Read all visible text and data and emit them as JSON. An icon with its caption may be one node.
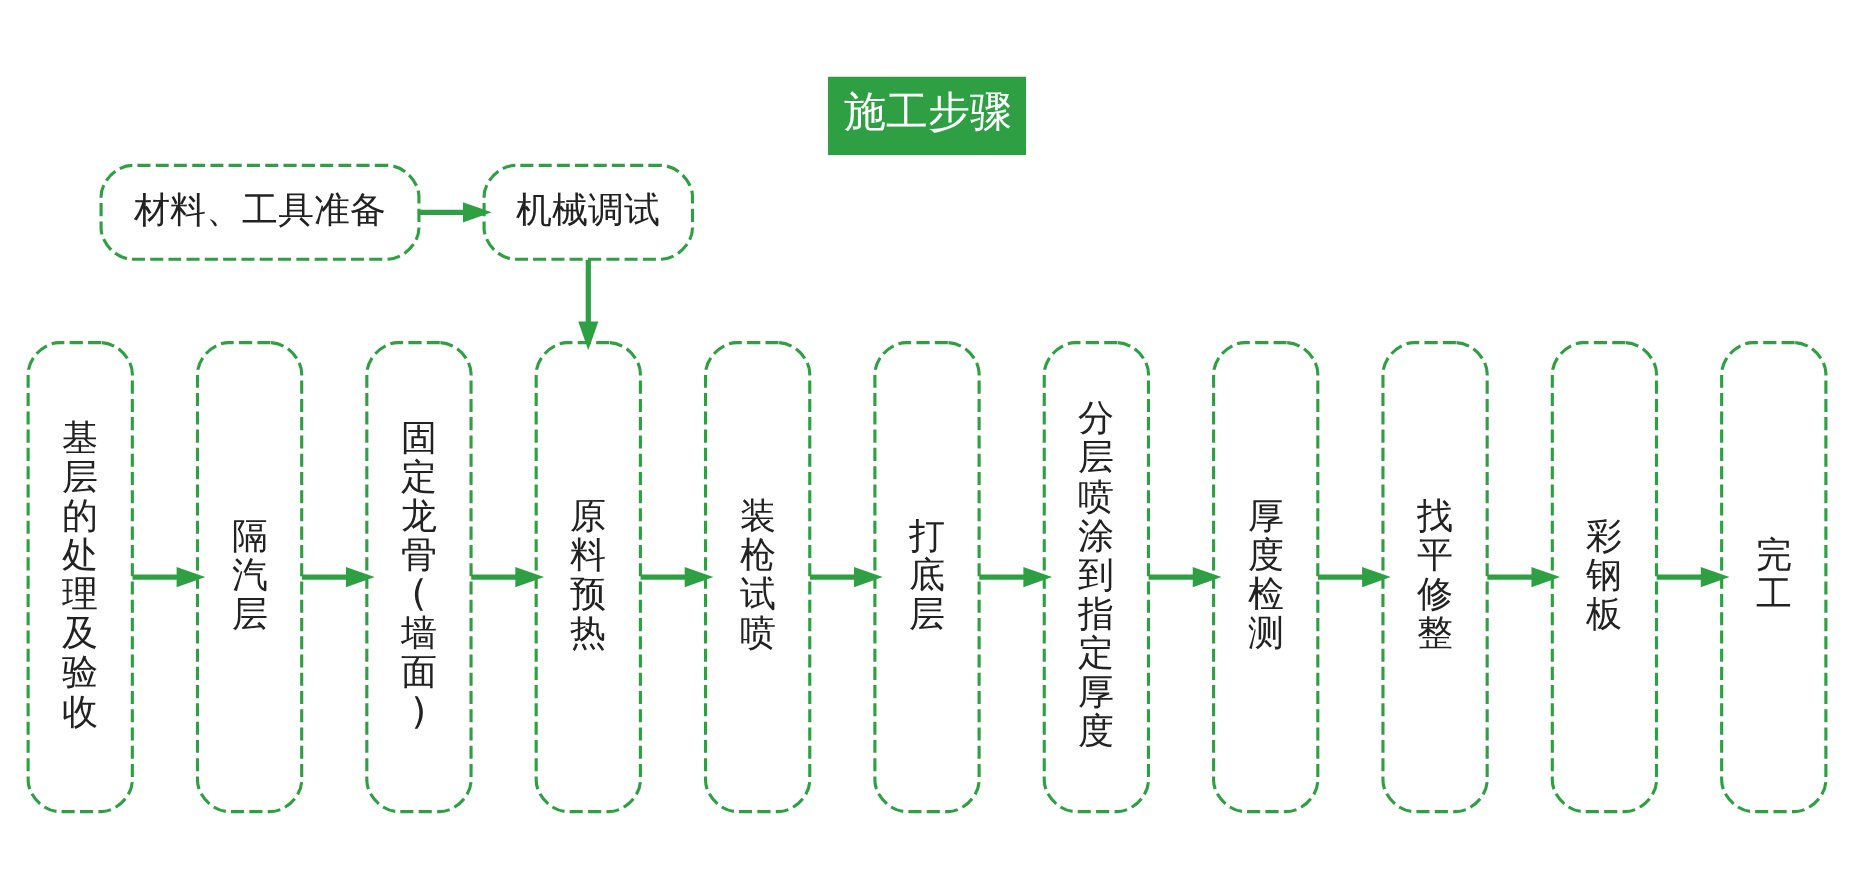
{
  "diagram": {
    "title": "施工步骤",
    "nodes": [
      {
        "text": [
          "材料、工具准备"
        ]
      },
      {
        "text": [
          "机械调试"
        ]
      },
      {
        "text": [
          "基层的处理及验收"
        ]
      },
      {
        "text": [
          "隔汽层"
        ]
      },
      {
        "text": [
          "固定龙骨(墙面)"
        ]
      },
      {
        "text": [
          "原料预热"
        ]
      },
      {
        "text": [
          "装枪试喷"
        ]
      },
      {
        "text": [
          "打底层"
        ]
      },
      {
        "text": [
          "分层喷涂到指定厚度"
        ]
      },
      {
        "text": [
          "厚度检测"
        ]
      },
      {
        "text": [
          "找平修整"
        ]
      },
      {
        "text": [
          "彩钢板"
        ]
      },
      {
        "text": [
          "完工"
        ]
      }
    ],
    "edges": [
      {
        "from": 0,
        "to": 1,
        "arrow": "to"
      },
      {
        "from": 1,
        "to": 5,
        "arrow": "to"
      },
      {
        "from": 2,
        "to": 3,
        "arrow": "to"
      },
      {
        "from": 3,
        "to": 4,
        "arrow": "to"
      },
      {
        "from": 4,
        "to": 5,
        "arrow": "to"
      },
      {
        "from": 5,
        "to": 6,
        "arrow": "to"
      },
      {
        "from": 6,
        "to": 7,
        "arrow": "to"
      },
      {
        "from": 7,
        "to": 8,
        "arrow": "to"
      },
      {
        "from": 8,
        "to": 9,
        "arrow": "to"
      },
      {
        "from": 9,
        "to": 10,
        "arrow": "to"
      },
      {
        "from": 10,
        "to": 11,
        "arrow": "to"
      },
      {
        "from": 11,
        "to": 12,
        "arrow": "to"
      }
    ]
  }
}
